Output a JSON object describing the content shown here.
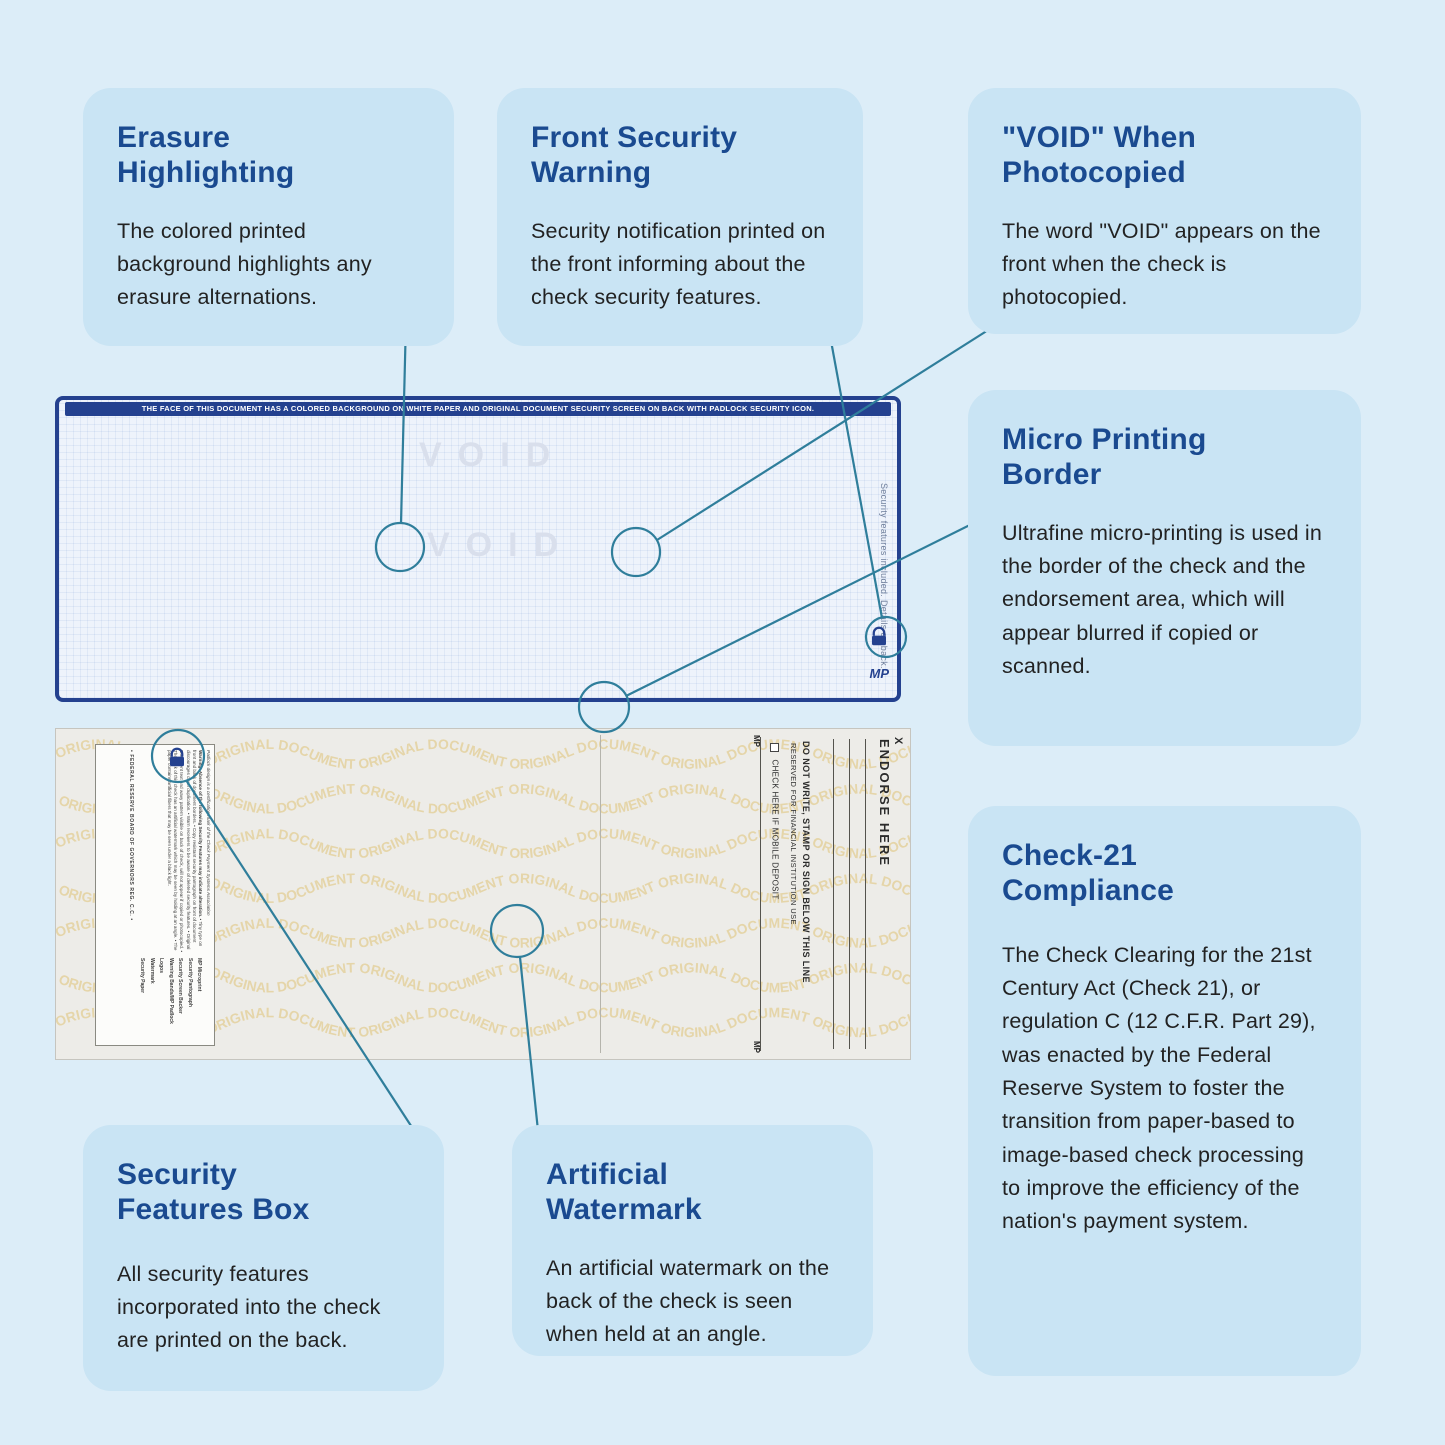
{
  "colors": {
    "page_background": "#dcedf8",
    "card_background": "#c9e4f4",
    "heading_blue": "#1a4a90",
    "connector_teal": "#2f7e9b",
    "check_border_blue": "#24418f",
    "watermark_yellow": "#dfc376"
  },
  "cards": {
    "erasure": {
      "title_lines": [
        "Erasure",
        "Highlighting"
      ],
      "body": "The colored printed background highlights any erasure alternations."
    },
    "front_warning": {
      "title_lines": [
        "Front Security",
        "Warning"
      ],
      "body": "Security notification printed on the front informing about the check security features."
    },
    "void_copy": {
      "title_lines": [
        "\"VOID\" When",
        "Photocopied"
      ],
      "body": "The word \"VOID\" appears on the front when the check is photocopied."
    },
    "micro_border": {
      "title_lines": [
        "Micro Printing",
        "Border"
      ],
      "body": "Ultrafine micro-printing is used in the border of the check and the endorsement area, which will appear blurred if copied or scanned."
    },
    "check21": {
      "title_lines": [
        "Check-21",
        "Compliance"
      ],
      "body": "The Check Clearing for the 21st Century Act (Check 21), or regulation C (12 C.F.R. Part 29), was enacted by the Federal Reserve System to foster the transition from paper-based to image-based check processing to improve the efficiency of the nation's payment system."
    },
    "features_box": {
      "title_lines": [
        "Security",
        "Features Box"
      ],
      "body": "All security features incorporated into the check are printed on the back."
    },
    "artificial_wm": {
      "title_lines": [
        "Artificial",
        "Watermark"
      ],
      "body": "An artificial watermark on the back of the check is seen when held at an angle."
    }
  },
  "check_front": {
    "warning_band": "THE FACE OF THIS DOCUMENT HAS A COLORED BACKGROUND ON WHITE PAPER AND ORIGINAL DOCUMENT SECURITY SCREEN ON BACK WITH PADLOCK SECURITY ICON.",
    "void_text": "VOID",
    "security_note": "Security features included. Details on back.",
    "mp": "MP"
  },
  "check_back": {
    "watermark_row": "ORIGINAL DOCUMENT ORIGINAL DOCUMENT ORIGINAL DOCUMENT ORIGINAL DOCUMENT ORIGINAL DOCUMENT ORIGINAL DOCUMENT ORIGINAL DOCUMENT ORIGINAL DOCUMENT ORIGINAL DOCUMENT ORIGINAL DOCUMENT ",
    "endorse_here": "ENDORSE HERE",
    "x_mark": "X",
    "do_not_write": "DO NOT WRITE, STAMP OR SIGN BELOW THIS LINE",
    "reserved": "RESERVED FOR FINANCIAL INSTITUTION USE",
    "mobile_deposit": "CHECK HERE IF MOBILE DEPOSIT",
    "mp": "MP",
    "features_box": {
      "cert": "Padlock design is a certification mark of the Check Payment Systems Association",
      "warning": "Warning: Absence of the following Security Features may indicate alteration.",
      "bullets": "• Tiny type on front and back of document borders. • Copy resistant security pantograph on front of document discourages clean duplication. • Warn receivers to be aware of deleted security features. • Original Document text and wavy pattern visible on back of check, will not appear if copied or photocopied. • The back of this check has an artificial watermark which may be seen by holding at an angle. • The paper contains artificial fibers that may be seen under a black light.",
      "labels": [
        "MP Microprint",
        "Security Pantograph",
        "Security Screen Backer",
        "Warning Bands/MP Padlock Logos",
        "Watermark",
        "Security Paper"
      ],
      "federal": "• FEDERAL RESERVE BOARD OF GOVERNORS REG. C.C. •"
    }
  }
}
